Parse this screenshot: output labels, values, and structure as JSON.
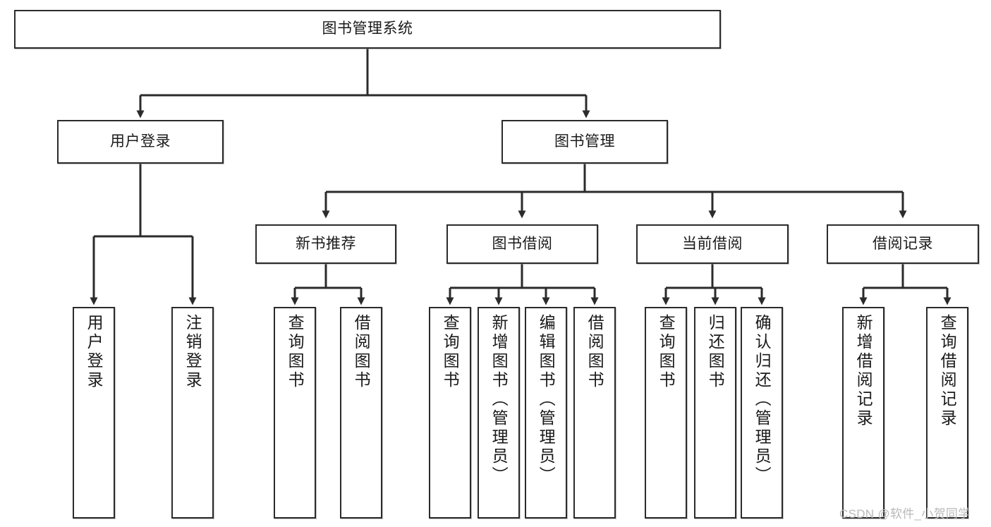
{
  "diagram": {
    "type": "tree",
    "title": "图书管理系统",
    "watermark": "CSDN @软件_小贺同学",
    "colors": {
      "box_border": "#2b2b2b",
      "box_fill": "#ffffff",
      "line": "#2b2b2b",
      "text": "#1a1a1a",
      "watermark": "#b9b9b9"
    },
    "nodes": {
      "root": {
        "label": "图书管理系统",
        "level": 1,
        "orientation": "horizontal"
      },
      "l2_user_login": {
        "label": "用户登录",
        "level": 2,
        "orientation": "horizontal"
      },
      "l2_book_manage": {
        "label": "图书管理",
        "level": 2,
        "orientation": "horizontal"
      },
      "l3_new_book_rec": {
        "label": "新书推荐",
        "level": 3,
        "orientation": "horizontal"
      },
      "l3_book_borrow": {
        "label": "图书借阅",
        "level": 3,
        "orientation": "horizontal"
      },
      "l3_current_borrow": {
        "label": "当前借阅",
        "level": 3,
        "orientation": "horizontal"
      },
      "l3_borrow_record": {
        "label": "借阅记录",
        "level": 3,
        "orientation": "horizontal"
      },
      "leaf_user_login": {
        "label": "用户登录",
        "level": 4,
        "orientation": "vertical"
      },
      "leaf_user_logout": {
        "label": "注销登录",
        "level": 4,
        "orientation": "vertical"
      },
      "leaf_rec_query_book": {
        "label": "查询图书",
        "level": 4,
        "orientation": "vertical"
      },
      "leaf_rec_borrow_book": {
        "label": "借阅图书",
        "level": 4,
        "orientation": "vertical"
      },
      "leaf_borrow_query_book": {
        "label": "查询图书",
        "level": 4,
        "orientation": "vertical"
      },
      "leaf_borrow_add_book": {
        "label": "新增图书（管理员）",
        "level": 4,
        "orientation": "vertical"
      },
      "leaf_borrow_edit_book": {
        "label": "编辑图书（管理员）",
        "level": 4,
        "orientation": "vertical"
      },
      "leaf_borrow_borrow_book": {
        "label": "借阅图书",
        "level": 4,
        "orientation": "vertical"
      },
      "leaf_cur_query_book": {
        "label": "查询图书",
        "level": 4,
        "orientation": "vertical"
      },
      "leaf_cur_return_book": {
        "label": "归还图书",
        "level": 4,
        "orientation": "vertical"
      },
      "leaf_cur_confirm_return": {
        "label": "确认归还（管理员）",
        "level": 4,
        "orientation": "vertical"
      },
      "leaf_rec_add_record": {
        "label": "新增借阅记录",
        "level": 4,
        "orientation": "vertical"
      },
      "leaf_rec_query_record": {
        "label": "查询借阅记录",
        "level": 4,
        "orientation": "vertical"
      }
    },
    "edges": [
      {
        "from": "root",
        "to": "l2_user_login"
      },
      {
        "from": "root",
        "to": "l2_book_manage"
      },
      {
        "from": "l2_user_login",
        "to": "leaf_user_login"
      },
      {
        "from": "l2_user_login",
        "to": "leaf_user_logout"
      },
      {
        "from": "l2_book_manage",
        "to": "l3_new_book_rec"
      },
      {
        "from": "l2_book_manage",
        "to": "l3_book_borrow"
      },
      {
        "from": "l2_book_manage",
        "to": "l3_current_borrow"
      },
      {
        "from": "l2_book_manage",
        "to": "l3_borrow_record"
      },
      {
        "from": "l3_new_book_rec",
        "to": "leaf_rec_query_book"
      },
      {
        "from": "l3_new_book_rec",
        "to": "leaf_rec_borrow_book"
      },
      {
        "from": "l3_book_borrow",
        "to": "leaf_borrow_query_book"
      },
      {
        "from": "l3_book_borrow",
        "to": "leaf_borrow_add_book"
      },
      {
        "from": "l3_book_borrow",
        "to": "leaf_borrow_edit_book"
      },
      {
        "from": "l3_book_borrow",
        "to": "leaf_borrow_borrow_book"
      },
      {
        "from": "l3_current_borrow",
        "to": "leaf_cur_query_book"
      },
      {
        "from": "l3_current_borrow",
        "to": "leaf_cur_return_book"
      },
      {
        "from": "l3_current_borrow",
        "to": "leaf_cur_confirm_return"
      },
      {
        "from": "l3_borrow_record",
        "to": "leaf_rec_add_record"
      },
      {
        "from": "l3_borrow_record",
        "to": "leaf_rec_query_record"
      }
    ]
  }
}
